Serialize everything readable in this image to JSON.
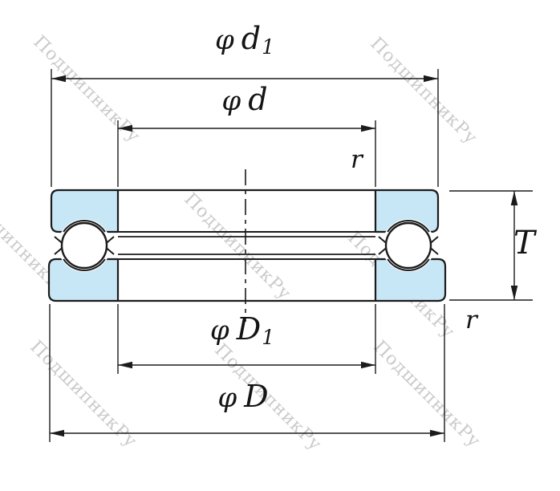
{
  "drawing": {
    "type": "thrust ball bearing cross-section",
    "colors": {
      "section_fill": "#c8e7f6",
      "line": "#1b1b1b",
      "watermark": "#9f9f9f"
    },
    "dimensions": {
      "d1": {
        "phi": "φ",
        "letter": "d",
        "sub": "1"
      },
      "d": {
        "phi": "φ",
        "letter": "d"
      },
      "D1": {
        "phi": "φ",
        "letter": "D",
        "sub": "1"
      },
      "D": {
        "phi": "φ",
        "letter": "D"
      },
      "T": "T",
      "r_top": "r",
      "r_right": "r"
    }
  },
  "watermark": {
    "text": "ПодшипникРу"
  }
}
